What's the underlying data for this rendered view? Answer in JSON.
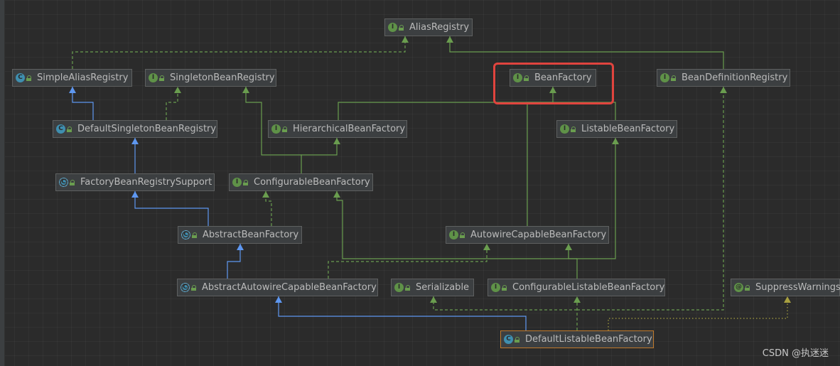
{
  "diagram": {
    "nodes": [
      {
        "id": "alias_registry",
        "label": "AliasRegistry",
        "kind": "interface",
        "icon_letter": "I"
      },
      {
        "id": "simple_alias_registry",
        "label": "SimpleAliasRegistry",
        "kind": "class",
        "icon_letter": "C"
      },
      {
        "id": "singleton_bean_registry",
        "label": "SingletonBeanRegistry",
        "kind": "interface",
        "icon_letter": "I"
      },
      {
        "id": "bean_factory",
        "label": "BeanFactory",
        "kind": "interface",
        "icon_letter": "I"
      },
      {
        "id": "bean_definition_registry",
        "label": "BeanDefinitionRegistry",
        "kind": "interface",
        "icon_letter": "I"
      },
      {
        "id": "default_singleton_bean_registry",
        "label": "DefaultSingletonBeanRegistry",
        "kind": "class",
        "icon_letter": "C"
      },
      {
        "id": "hierarchical_bean_factory",
        "label": "HierarchicalBeanFactory",
        "kind": "interface",
        "icon_letter": "I"
      },
      {
        "id": "listable_bean_factory",
        "label": "ListableBeanFactory",
        "kind": "interface",
        "icon_letter": "I"
      },
      {
        "id": "factory_bean_registry_support",
        "label": "FactoryBeanRegistrySupport",
        "kind": "abstract",
        "icon_letter": "C"
      },
      {
        "id": "configurable_bean_factory",
        "label": "ConfigurableBeanFactory",
        "kind": "interface",
        "icon_letter": "I"
      },
      {
        "id": "abstract_bean_factory",
        "label": "AbstractBeanFactory",
        "kind": "abstract",
        "icon_letter": "C"
      },
      {
        "id": "autowire_capable_bean_factory",
        "label": "AutowireCapableBeanFactory",
        "kind": "interface",
        "icon_letter": "I"
      },
      {
        "id": "abstract_autowire_capable_bean_factory",
        "label": "AbstractAutowireCapableBeanFactory",
        "kind": "abstract",
        "icon_letter": "C"
      },
      {
        "id": "serializable",
        "label": "Serializable",
        "kind": "interface",
        "icon_letter": "I"
      },
      {
        "id": "configurable_listable_bean_factory",
        "label": "ConfigurableListableBeanFactory",
        "kind": "interface",
        "icon_letter": "I"
      },
      {
        "id": "suppress_warnings",
        "label": "SuppressWarnings",
        "kind": "annotation",
        "icon_letter": "@"
      },
      {
        "id": "default_listable_bean_factory",
        "label": "DefaultListableBeanFactory",
        "kind": "class",
        "icon_letter": "C",
        "selected": true
      }
    ],
    "edge_types": {
      "extends": {
        "color": "#5e97f0",
        "dashed": false
      },
      "implements": {
        "color": "#6a9d4f",
        "dashed": true
      },
      "interface_extends": {
        "color": "#6a9d4f",
        "dashed": false
      },
      "annotation": {
        "color": "#a8a040",
        "dashed": true
      }
    },
    "highlighted_node": "bean_factory",
    "highlight_color": "#e0443e"
  },
  "watermark": "CSDN @执迷迷"
}
